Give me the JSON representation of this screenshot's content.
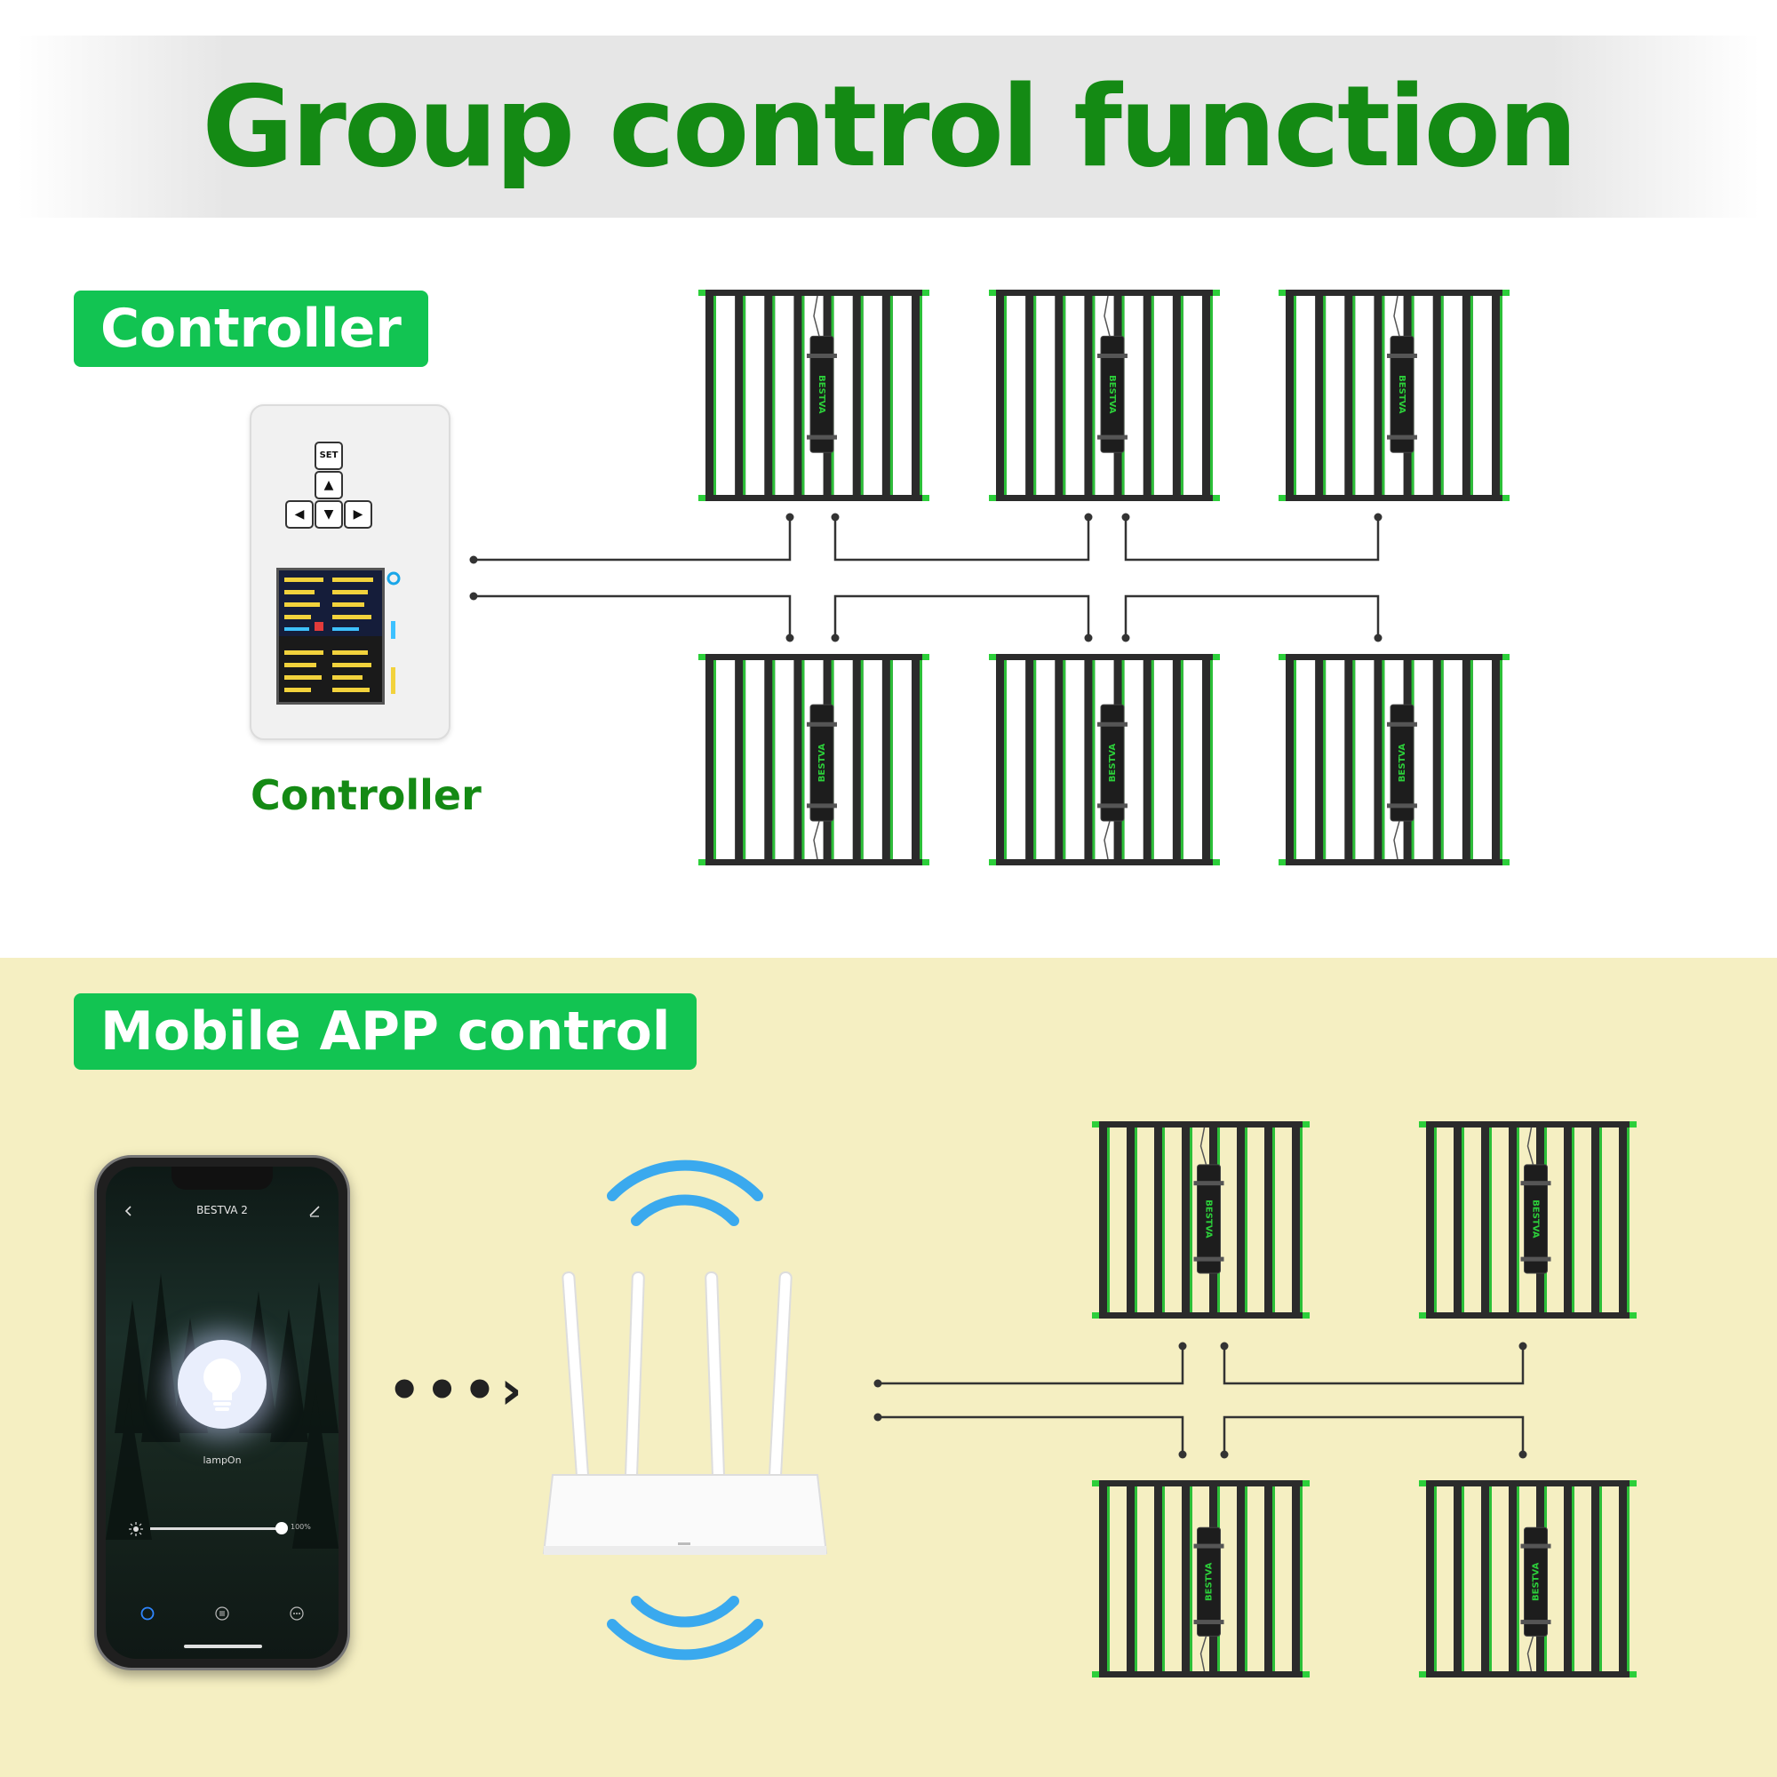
{
  "header": {
    "title": "Group control function"
  },
  "controller_section": {
    "tag": "Controller",
    "device_caption": "Controller",
    "keys": {
      "set": "SET",
      "up": "▲",
      "left": "◀",
      "down": "▼",
      "right": "▶"
    }
  },
  "app_section": {
    "tag": "Mobile APP control",
    "phone": {
      "title": "BESTVA 2",
      "status": "lampOn",
      "brightness_label": "100%",
      "brightness": 1.0
    }
  },
  "fixture_brand": "BESTVA",
  "colors": {
    "title_green": "#148a14",
    "tag_green": "#12c452",
    "bottom_bg": "#f5efc2",
    "wifi_blue": "#3aa9ee",
    "fixture_bar": "#2b2b2b",
    "fixture_led": "#2ccf3a"
  }
}
